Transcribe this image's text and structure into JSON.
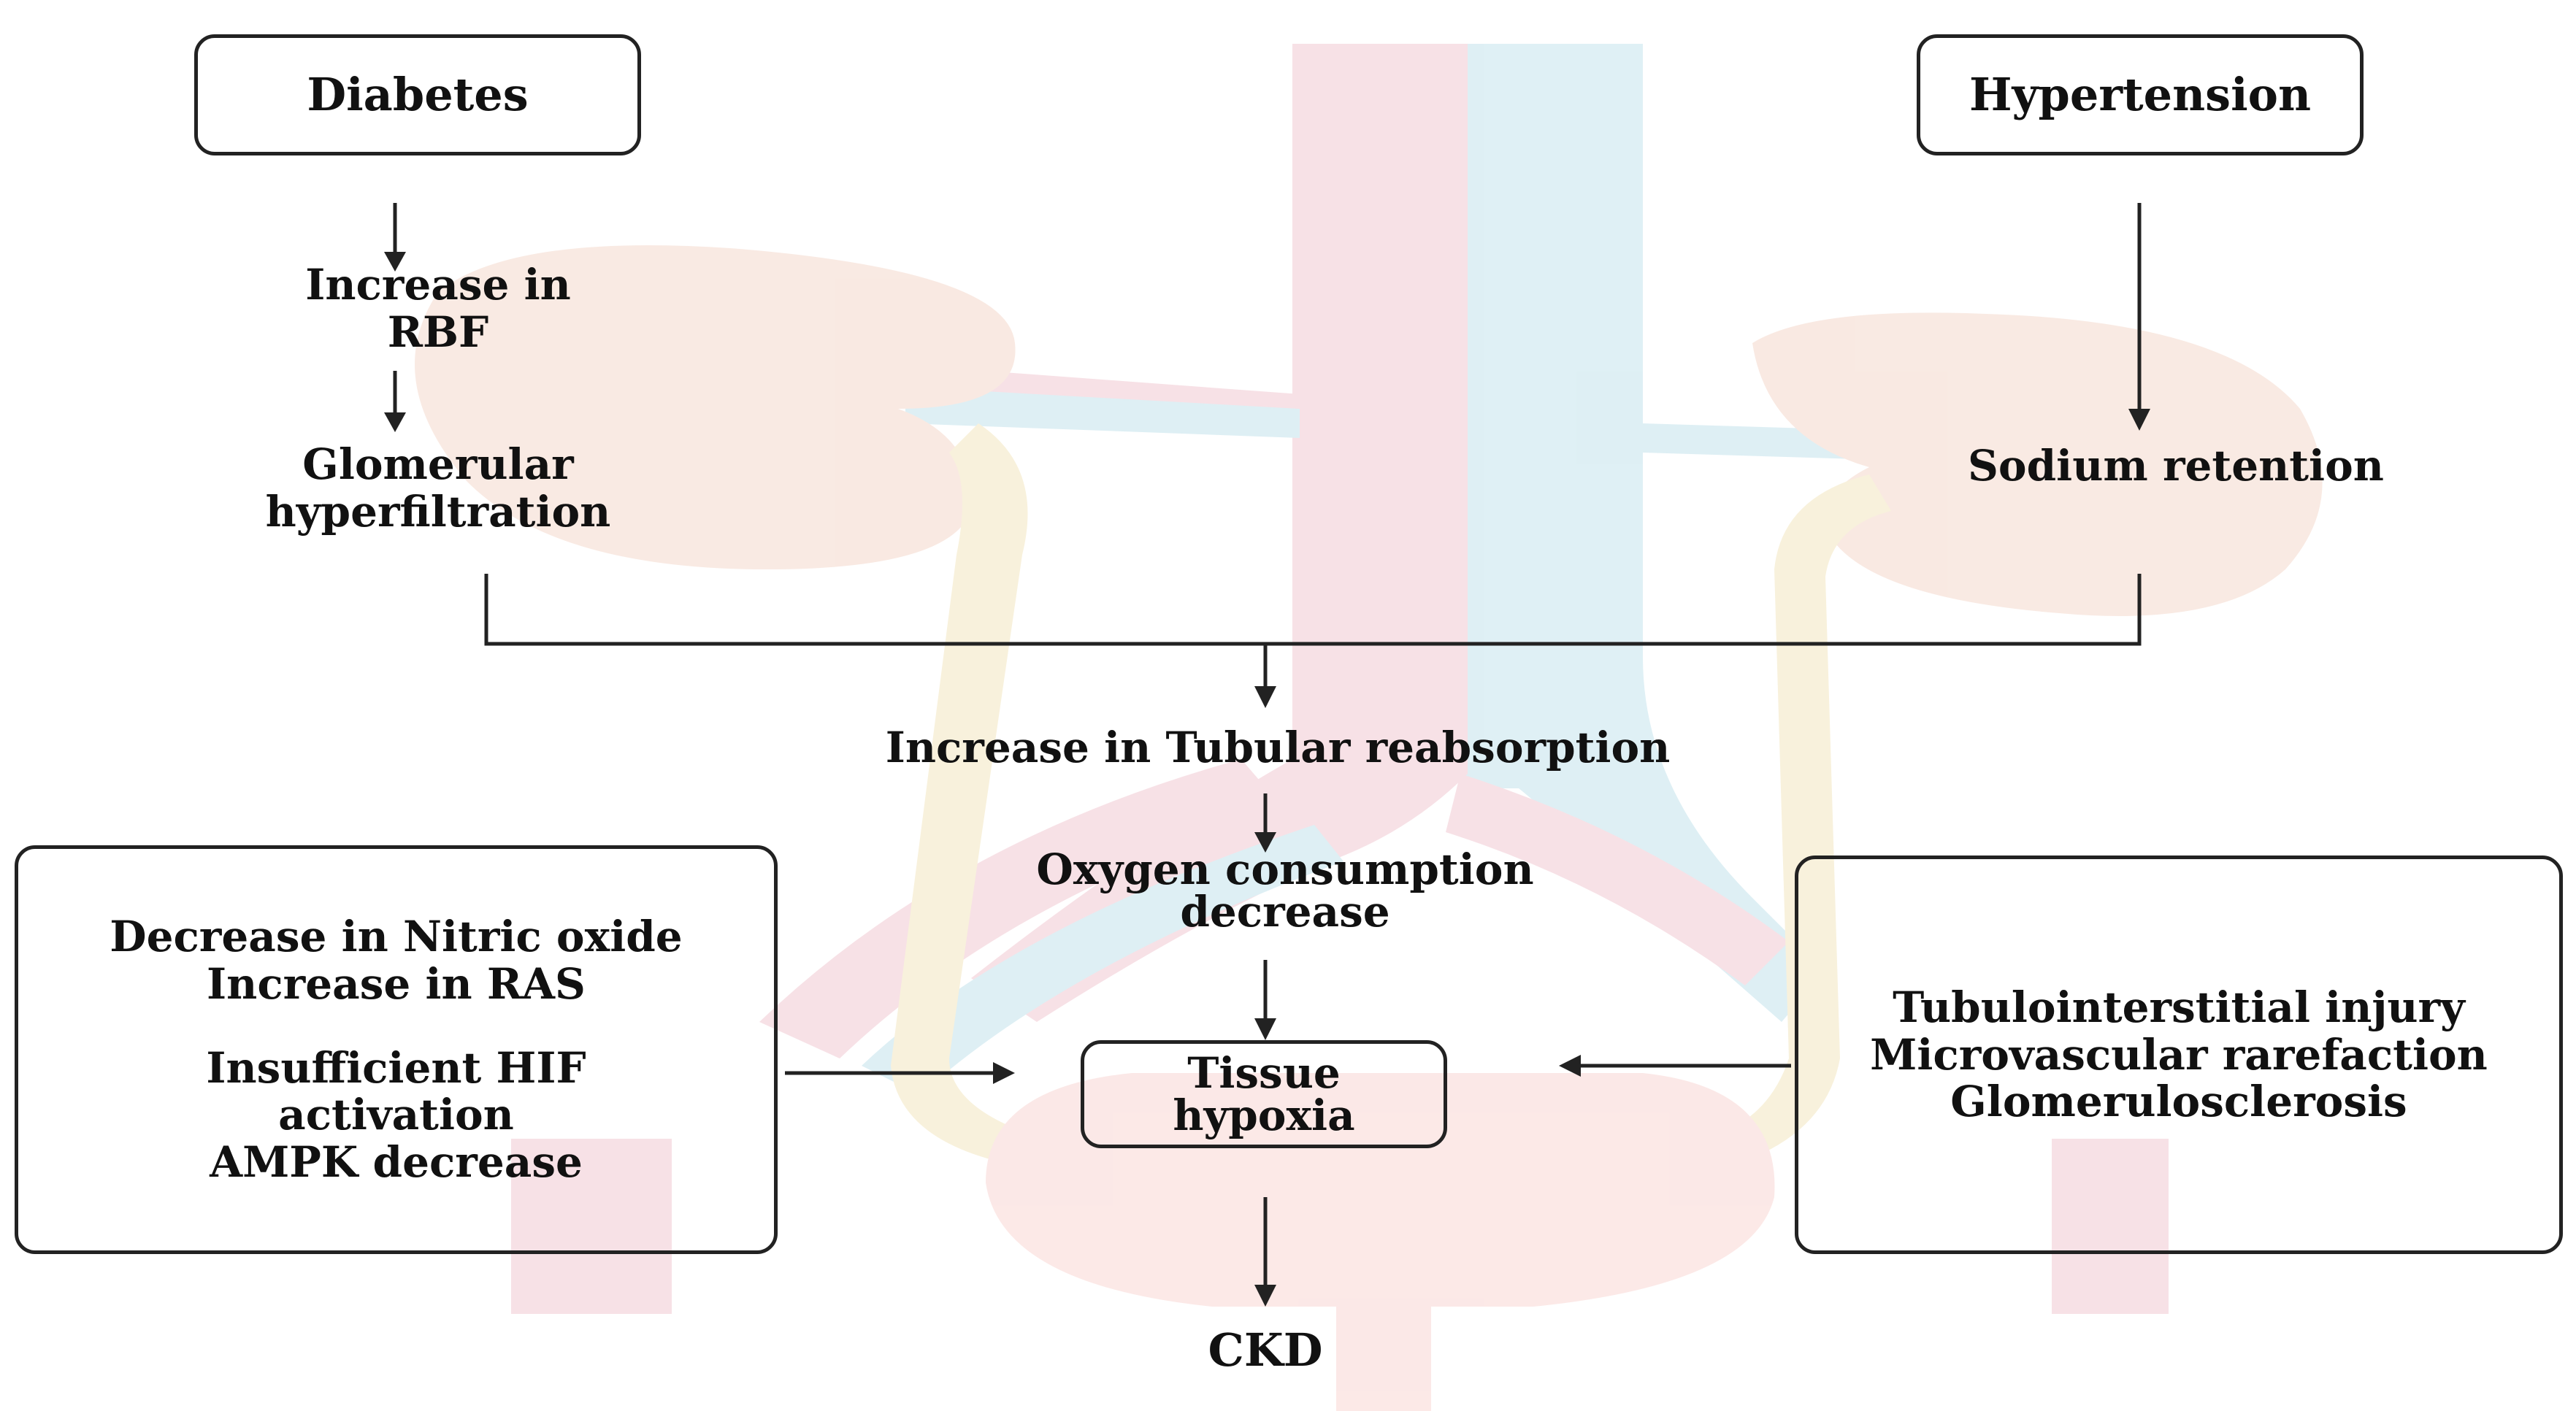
{
  "diagram": {
    "nodes": {
      "diabetes": "Diabetes",
      "hypertension": "Hypertension",
      "increase_rbf": [
        "Increase in",
        "RBF"
      ],
      "glomerular_hyperfiltration": [
        "Glomerular",
        "hyperfiltration"
      ],
      "sodium_retention": "Sodium retention",
      "tubular_reabsorption": "Increase in Tubular reabsorption",
      "oxygen_consumption": [
        "Oxygen consumption",
        "decrease"
      ],
      "tissue_hypoxia": [
        "Tissue",
        "hypoxia"
      ],
      "ckd": "CKD",
      "left_factors": {
        "group1": [
          "Decrease in Nitric oxide",
          "Increase in RAS"
        ],
        "group2": [
          "Insufficient HIF",
          "activation",
          "AMPK decrease"
        ]
      },
      "right_factors": [
        "Tubulointerstitial injury",
        "Microvascular rarefaction",
        "Glomerulosclerosis"
      ]
    },
    "colors": {
      "artery": "#f6dce2",
      "vein": "#d9edf3",
      "kidney": "#f8e6de",
      "ureter": "#f7efd6",
      "bladder": "#fbe5e3",
      "ink": "#222222"
    }
  }
}
